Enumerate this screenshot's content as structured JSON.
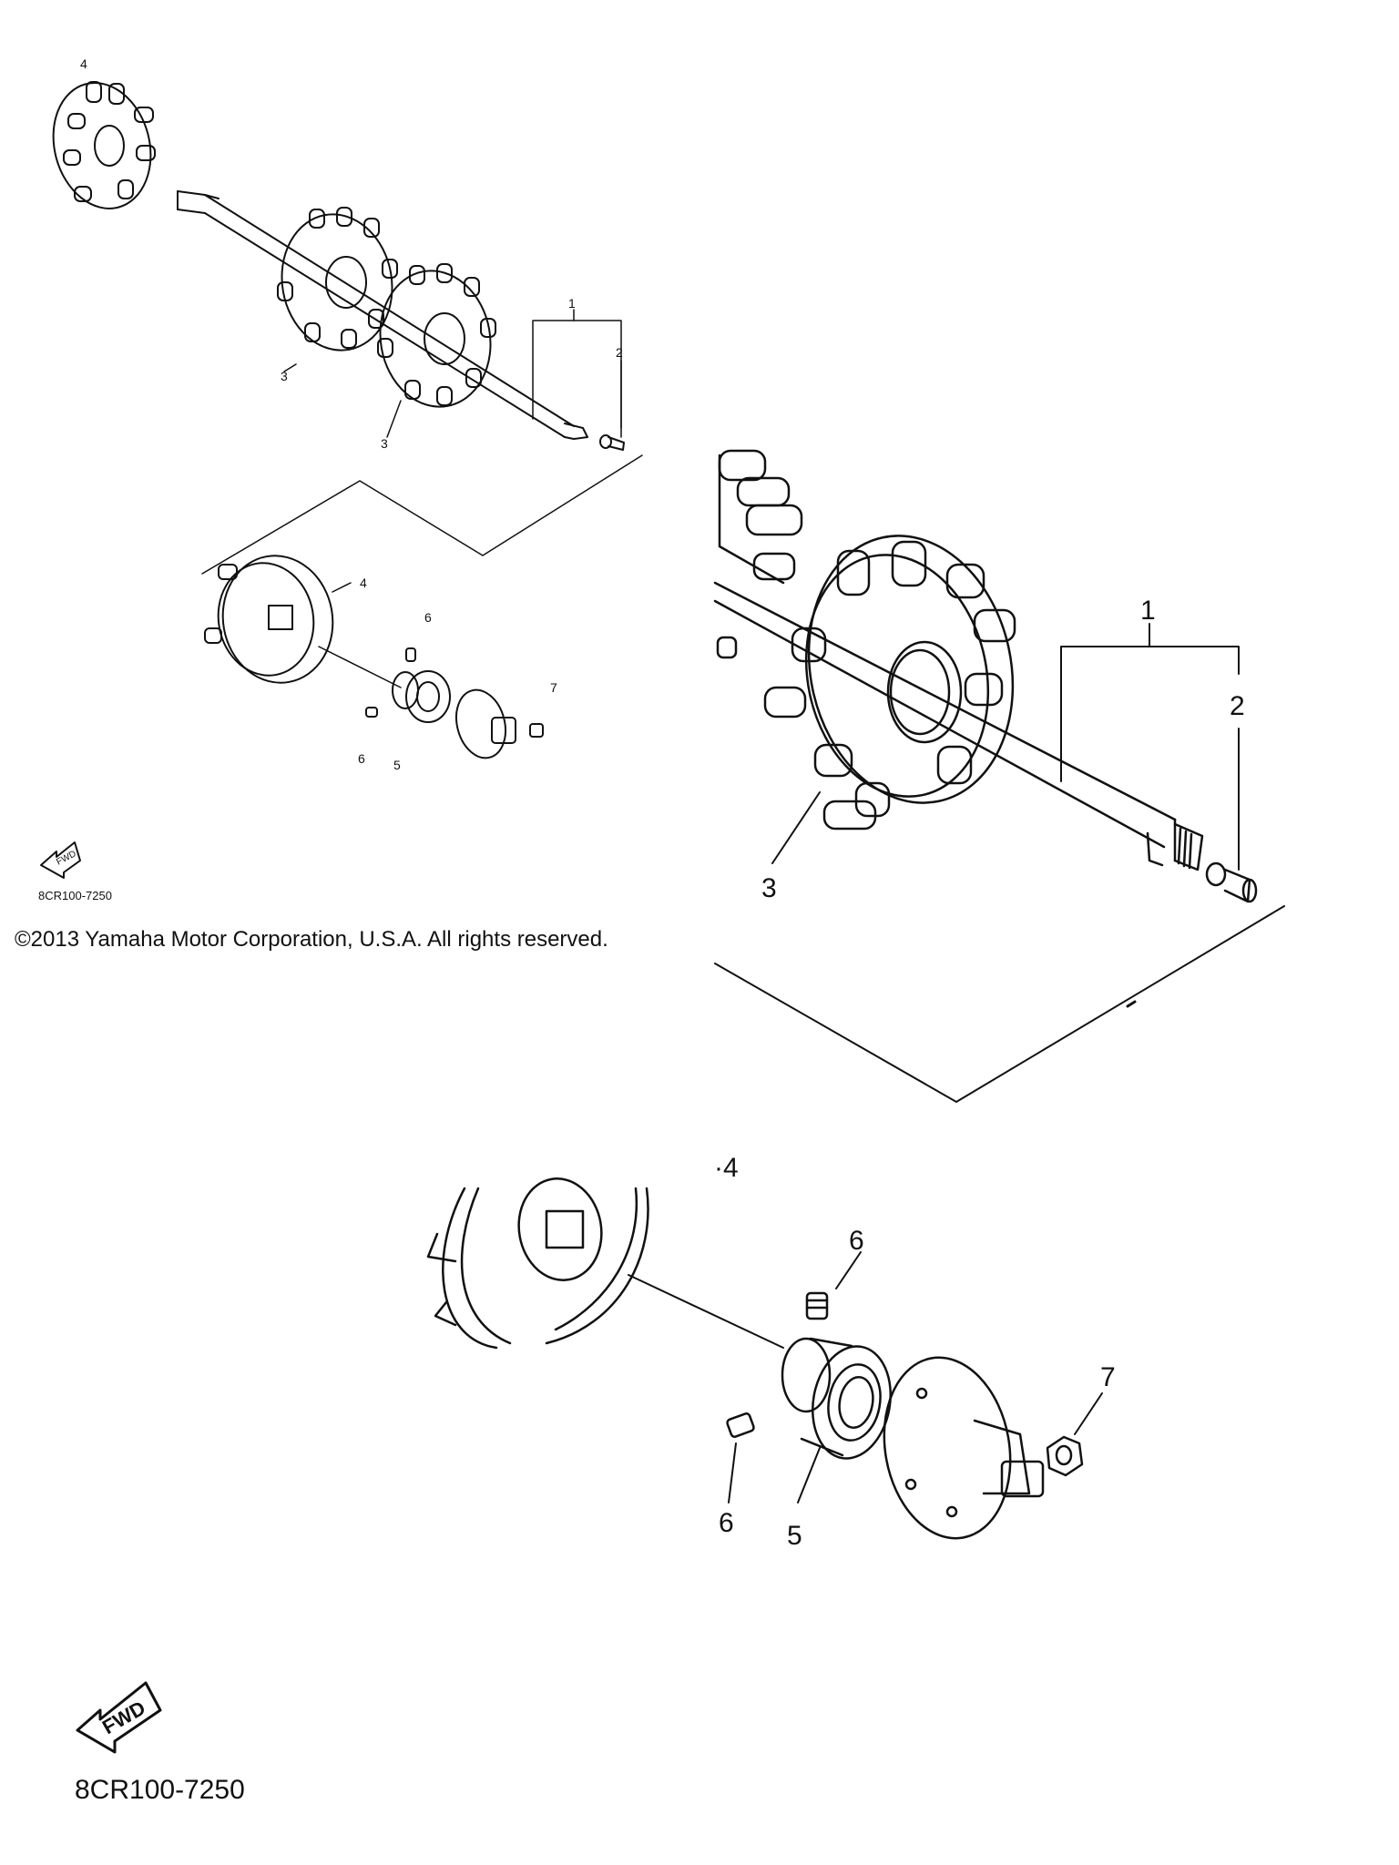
{
  "copyright": "©2013 Yamaha Motor Corporation, U.S.A. All rights reserved.",
  "diagram_code": "8CR100-7250",
  "fwd_text": "FWD",
  "callouts": {
    "1": "1",
    "2": "2",
    "3": "3",
    "4": "4",
    "5": "5",
    "6": "6",
    "7": "7",
    "dot4": "·4"
  },
  "colors": {
    "line": "#111111",
    "background": "#ffffff"
  }
}
